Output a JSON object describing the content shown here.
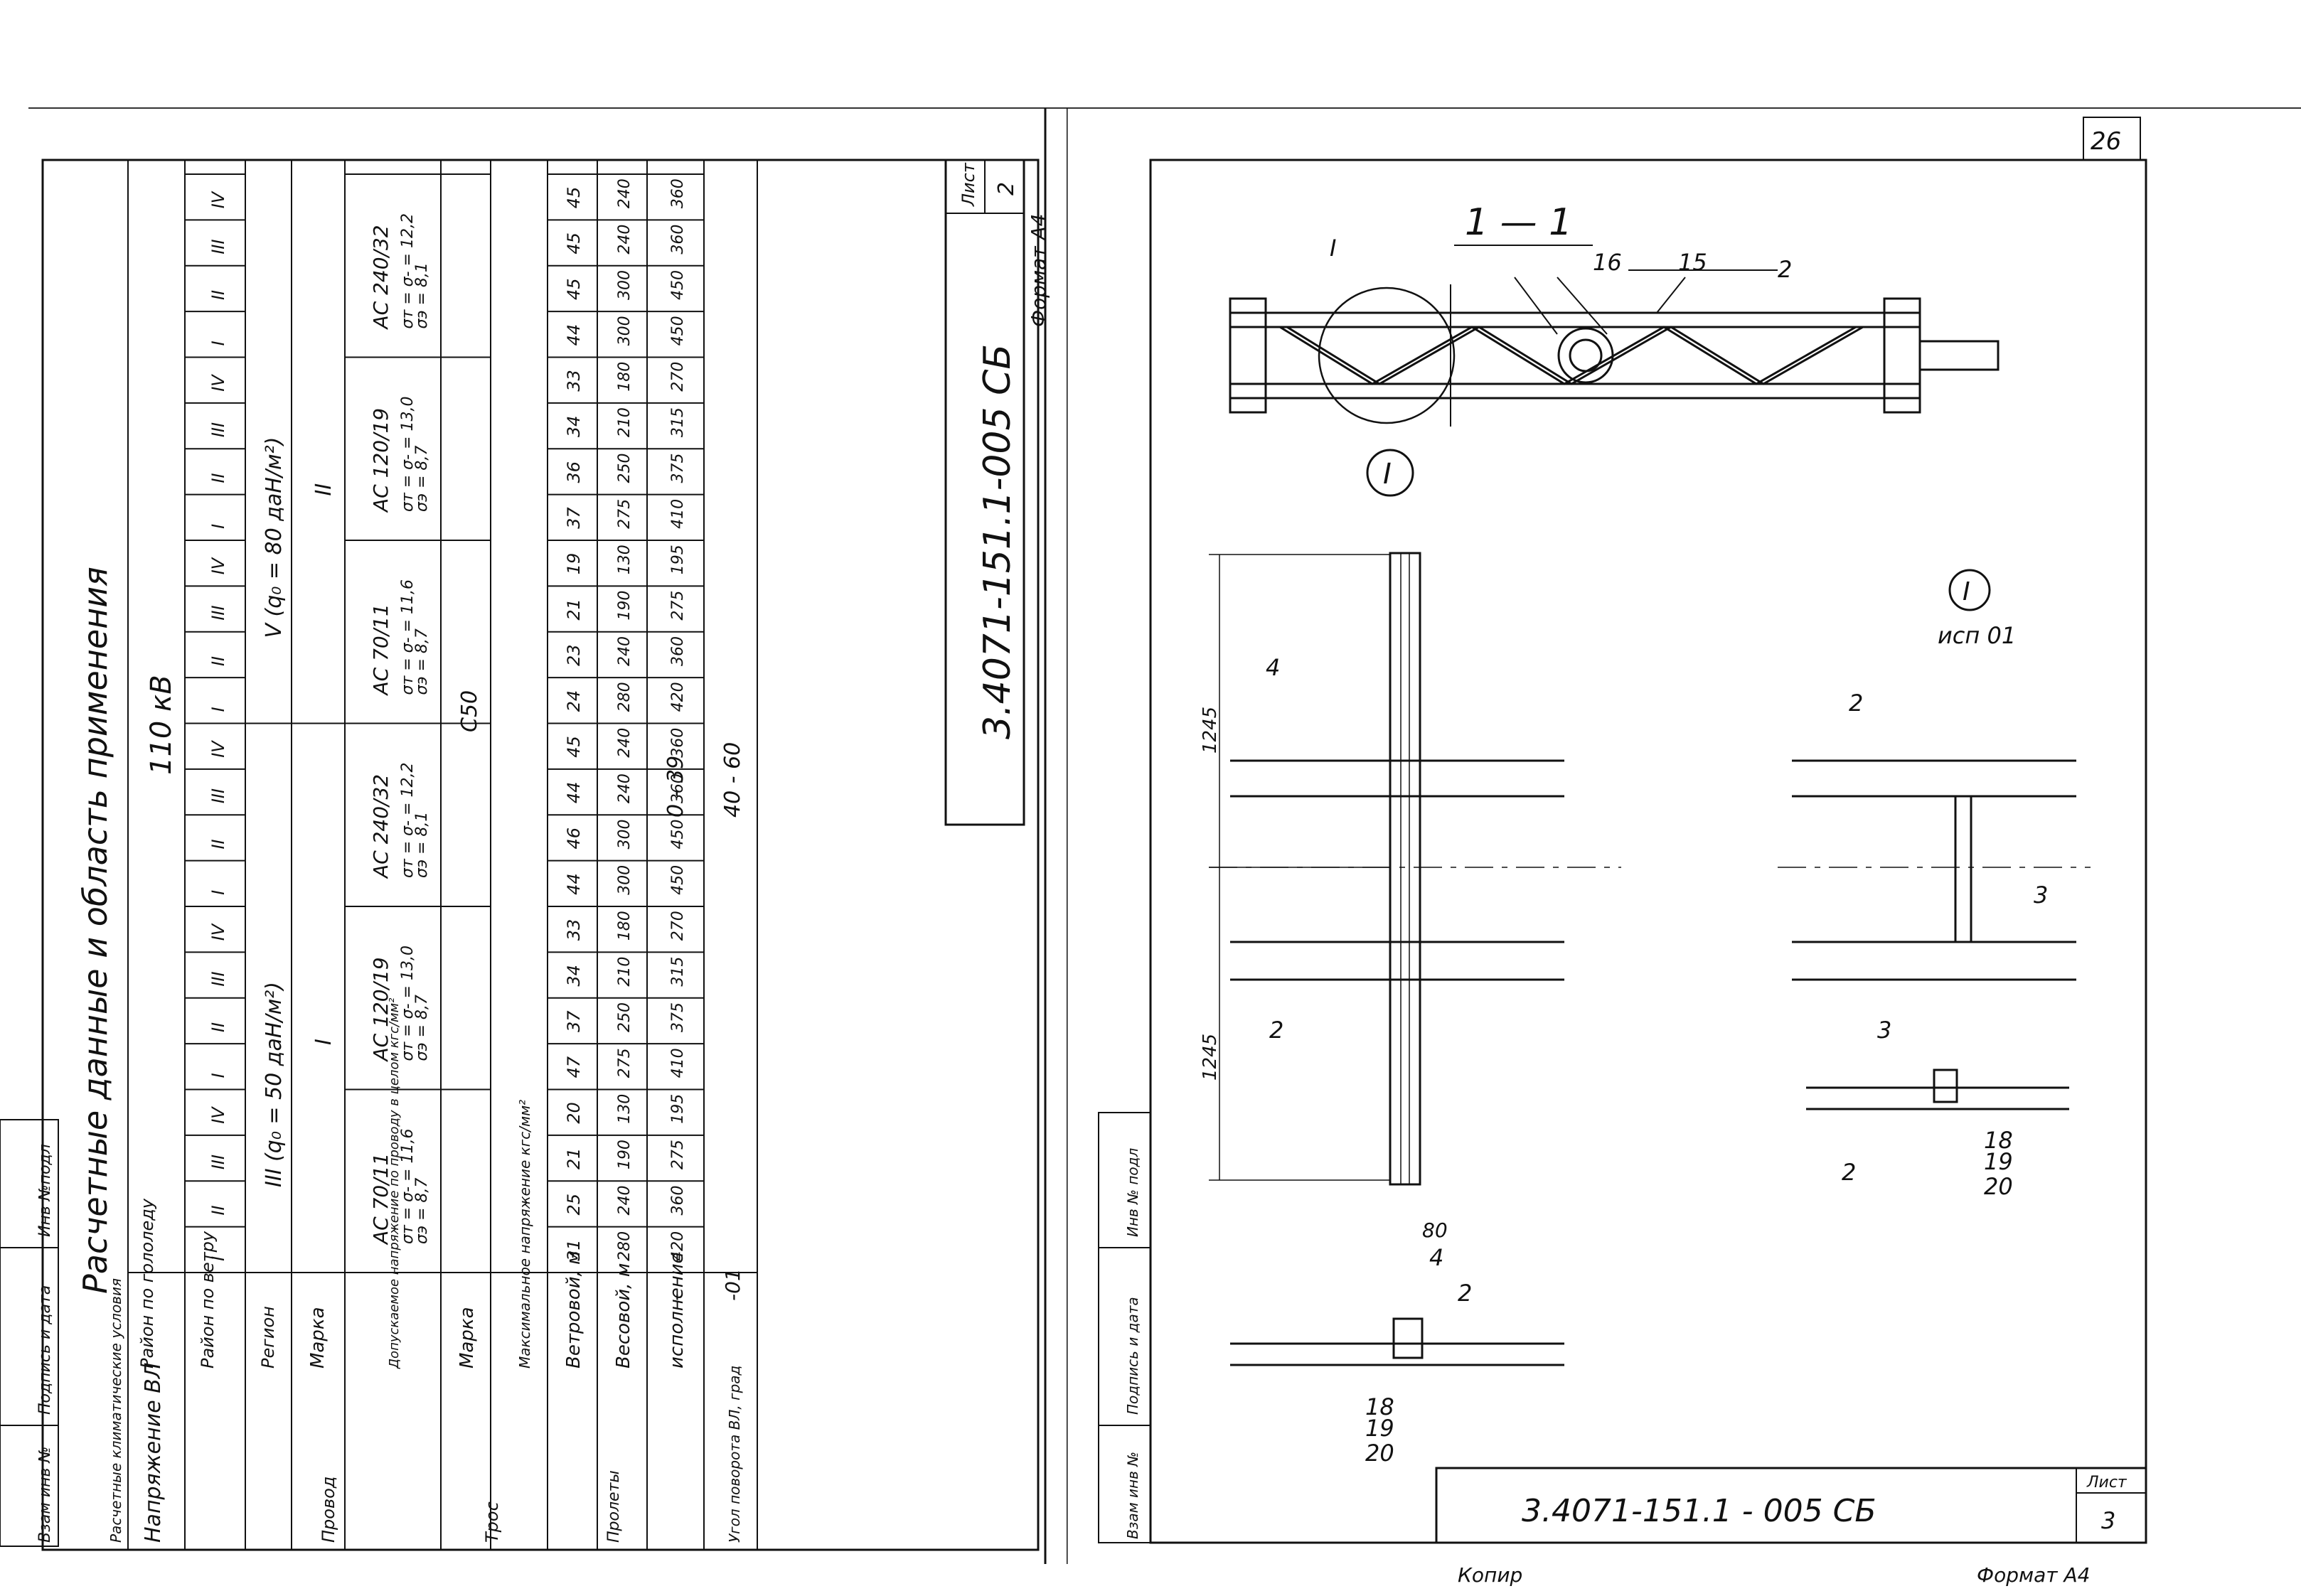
{
  "left_sheet": {
    "title": "Расчетные данные и область применения",
    "voltage": "110 кВ",
    "sheet_label": "Лист",
    "sheet_number": "2",
    "doc_code": "3.4071-151.1-005 СБ",
    "format": "Формат А4",
    "stamp_cells": [
      "Инв №подл",
      "Подпись и дата",
      "Взам инв №"
    ],
    "table": {
      "headers": {
        "voltage_vl": "Напряжение ВЛ",
        "ice_region": "Район по гололеду",
        "wind_region": "Район по ветру",
        "region": "Регион",
        "calc_climatic": "Расчетные климатические условия",
        "brand": "Марка",
        "allowed_stress": "Допускаемое напряжение по проводу в целом кгс/мм²",
        "wire": "Провод",
        "cable_brand": "Марка",
        "max_stress": "Максимальное напряжение кгс/мм²",
        "cable": "Трос",
        "wind_span": "Ветровой, м",
        "weight_span": "Весовой, м",
        "spans": "Пролеты",
        "execution": "исполнение",
        "angle": "Угол поворота ВЛ, град"
      },
      "roman_columns": [
        "I",
        "II",
        "III",
        "IV",
        "I",
        "II",
        "III",
        "IV",
        "I",
        "II",
        "III",
        "IV",
        "I",
        "II",
        "III",
        "IV",
        "I",
        "II",
        "III",
        "IV",
        "I",
        "II",
        "III",
        "IV"
      ],
      "wind_groups": [
        "III (q₀ = 50 даН/м²)",
        "V (q₀ = 80 даН/м²)"
      ],
      "regions": [
        "I",
        "II"
      ],
      "wire_brands": [
        "АС 70/11",
        "АС 120/19",
        "АС 240/32",
        "АС 70/11",
        "АС 120/19",
        "АС 240/32"
      ],
      "stresses": [
        "σт = σ- = 11,6  σэ = 8,7",
        "σт = σ- = 13,0  σэ = 8,7",
        "σт = σ- = 12,2  σэ = 8,1",
        "σт = σ- = 11,6  σэ = 8,7",
        "σт = σ- = 13,0  σэ = 8,7",
        "σт = σ- = 12,2  σэ = 8,1"
      ],
      "cable_brand_value": "С50",
      "max_stress_values": [
        "31",
        "25",
        "21",
        "20",
        "47",
        "37",
        "34",
        "33",
        "44",
        "46",
        "44",
        "45",
        "24",
        "23",
        "21",
        "19",
        "37",
        "36",
        "34",
        "33",
        "44",
        "45",
        "45",
        "45"
      ],
      "wind_span_values": [
        "280",
        "240",
        "190",
        "130",
        "275",
        "250",
        "210",
        "180",
        "300",
        "300",
        "240",
        "240",
        "280",
        "240",
        "190",
        "130",
        "275",
        "250",
        "210",
        "180",
        "300",
        "300",
        "240",
        "240"
      ],
      "weight_span_values": [
        "420",
        "360",
        "275",
        "195",
        "410",
        "375",
        "315",
        "270",
        "450",
        "450",
        "360",
        "360",
        "420",
        "360",
        "275",
        "195",
        "410",
        "375",
        "315",
        "270",
        "450",
        "450",
        "360",
        "360"
      ],
      "executions": [
        "-",
        "-01"
      ],
      "angles": [
        "0 - 39",
        "40 - 60"
      ]
    }
  },
  "right_sheet": {
    "sheet_corner": "26",
    "section_title": "1 — 1",
    "node_mark": "I",
    "node_note": "исп 01",
    "dims": [
      "1245",
      "1245",
      "80"
    ],
    "callouts": [
      "I",
      "16",
      "15",
      "2",
      "4",
      "2",
      "2",
      "3",
      "3",
      "2",
      "18",
      "19",
      "20",
      "4",
      "2",
      "18",
      "19",
      "20"
    ],
    "stamp_cells": [
      "Инв № подл",
      "Подпись и дата",
      "Взам инв №"
    ],
    "doc_code": "3.4071-151.1 - 005 СБ",
    "sheet_label": "Лист",
    "sheet_number": "3",
    "copied": "Копир",
    "format": "Формат А4"
  }
}
